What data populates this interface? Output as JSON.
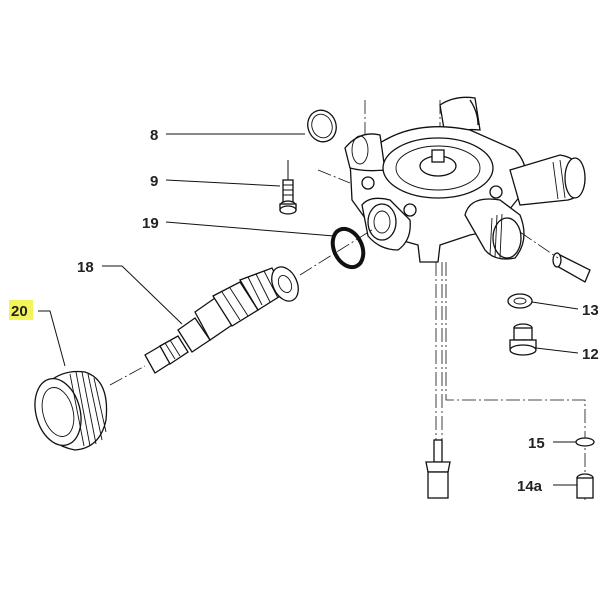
{
  "callouts": {
    "c8": "8",
    "c9": "9",
    "c19": "19",
    "c18": "18",
    "c20": "20",
    "c13": "13",
    "c12": "12",
    "c15": "15",
    "c14a": "14a"
  },
  "highlight": {
    "part": "20",
    "color": "#f3f35a"
  }
}
